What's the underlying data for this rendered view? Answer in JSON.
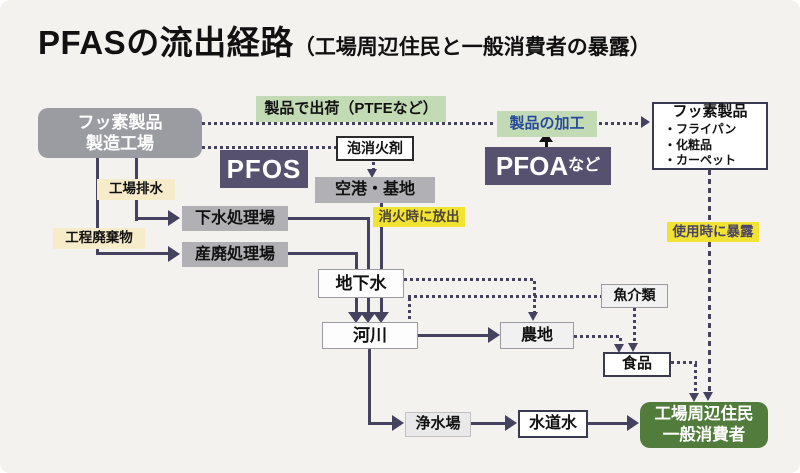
{
  "title": {
    "main": "PFASの流出経路",
    "sub": "（工場周辺住民と一般消費者の暴露）"
  },
  "nodes": {
    "factory_line1": "フッ素製品",
    "factory_line2": "製造工場",
    "ship_label": "製品で出荷（PTFEなど）",
    "processing_label": "製品の加工",
    "pfos": "PFOS",
    "pfoa_main": "PFOA",
    "pfoa_suffix": "など",
    "foam_extinguisher": "泡消火剤",
    "airport_base": "空港・基地",
    "factory_wastewater": "工場排水",
    "process_waste": "工程廃棄物",
    "sewage_plant": "下水処理場",
    "industrial_waste_plant": "産廃処理場",
    "discharge_label": "消火時に放出",
    "groundwater": "地下水",
    "river": "河川",
    "farmland": "農地",
    "seafood": "魚介類",
    "food": "食品",
    "exposure_label": "使用時に暴露",
    "products_title": "フッ素製品",
    "products_items": [
      "・フライパン",
      "・化粧品",
      "・カーペット"
    ],
    "purification_plant": "浄水場",
    "tap_water": "水道水",
    "residents_line1": "工場周辺住民",
    "residents_line2": "一般消費者"
  },
  "colors": {
    "background": "#f4f2ef",
    "line_navy": "#454260",
    "purple_box": "#56516f",
    "gray_box": "#b1b1b5",
    "factory_gray": "#9b9ba2",
    "green_label": "#c3dbb4",
    "green_box": "#517c3b",
    "yellow_highlight": "#f2e333",
    "cream_label": "#f6ecca",
    "blue_text": "#27499c"
  }
}
